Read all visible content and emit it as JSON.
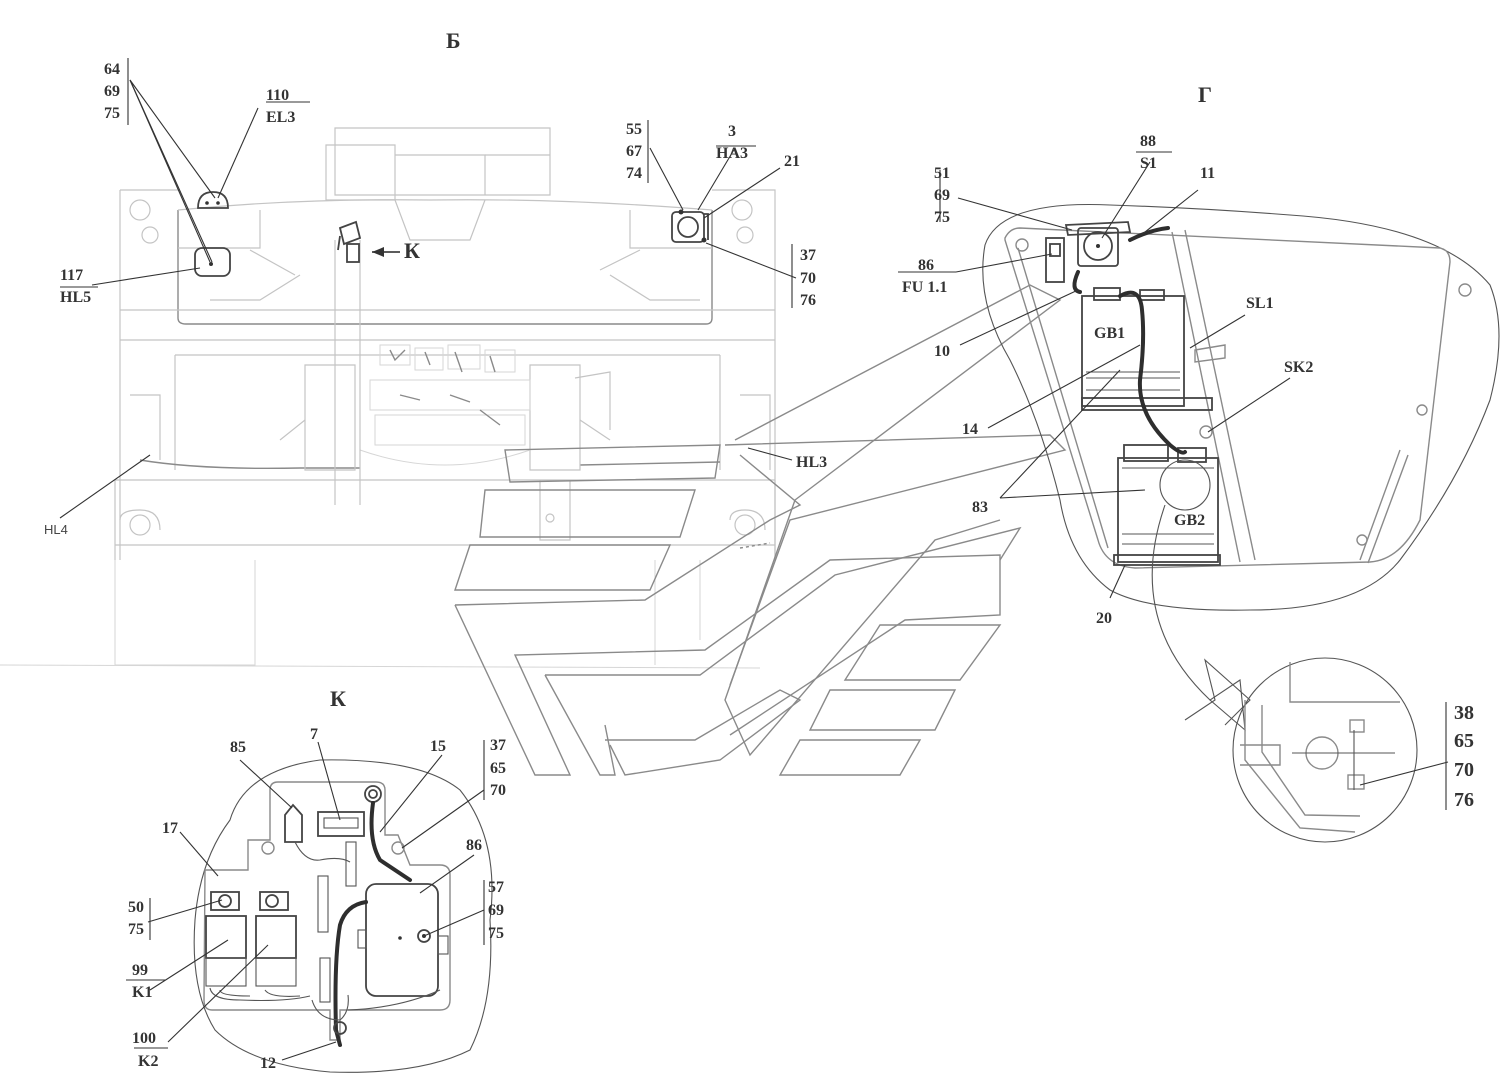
{
  "views": {
    "b": "Б",
    "g": "Г",
    "k_title": "К",
    "k_arrow": "К"
  },
  "labels": {
    "l64": "64",
    "l69a": "69",
    "l75a": "75",
    "l110": "110",
    "lEL3": "EL3",
    "l117": "117",
    "lHL5": "HL5",
    "l55": "55",
    "l67": "67",
    "l74": "74",
    "l3": "3",
    "lHA3": "HA3",
    "l21": "21",
    "l37a": "37",
    "l70a": "70",
    "l76a": "76",
    "lHL3": "HL3",
    "lHL4": "HL4",
    "l51": "51",
    "l69b": "69",
    "l75b": "75",
    "l88": "88",
    "lS1": "S1",
    "l11": "11",
    "l86a": "86",
    "lFU": "FU 1.1",
    "l10": "10",
    "lGB1": "GB1",
    "lSL1": "SL1",
    "lSK2": "SK2",
    "l14": "14",
    "l83": "83",
    "lGB2": "GB2",
    "l20": "20",
    "l38": "38",
    "l65c": "65",
    "l70c": "70",
    "l76c": "76",
    "l85": "85",
    "l7": "7",
    "l15": "15",
    "l37b": "37",
    "l65b": "65",
    "l70b": "70",
    "l17": "17",
    "l86b": "86",
    "l50": "50",
    "l75c": "75",
    "l57": "57",
    "l69c": "69",
    "l75d": "75",
    "l99": "99",
    "lK1": "K1",
    "l100": "100",
    "lK2": "K2",
    "l12": "12"
  }
}
